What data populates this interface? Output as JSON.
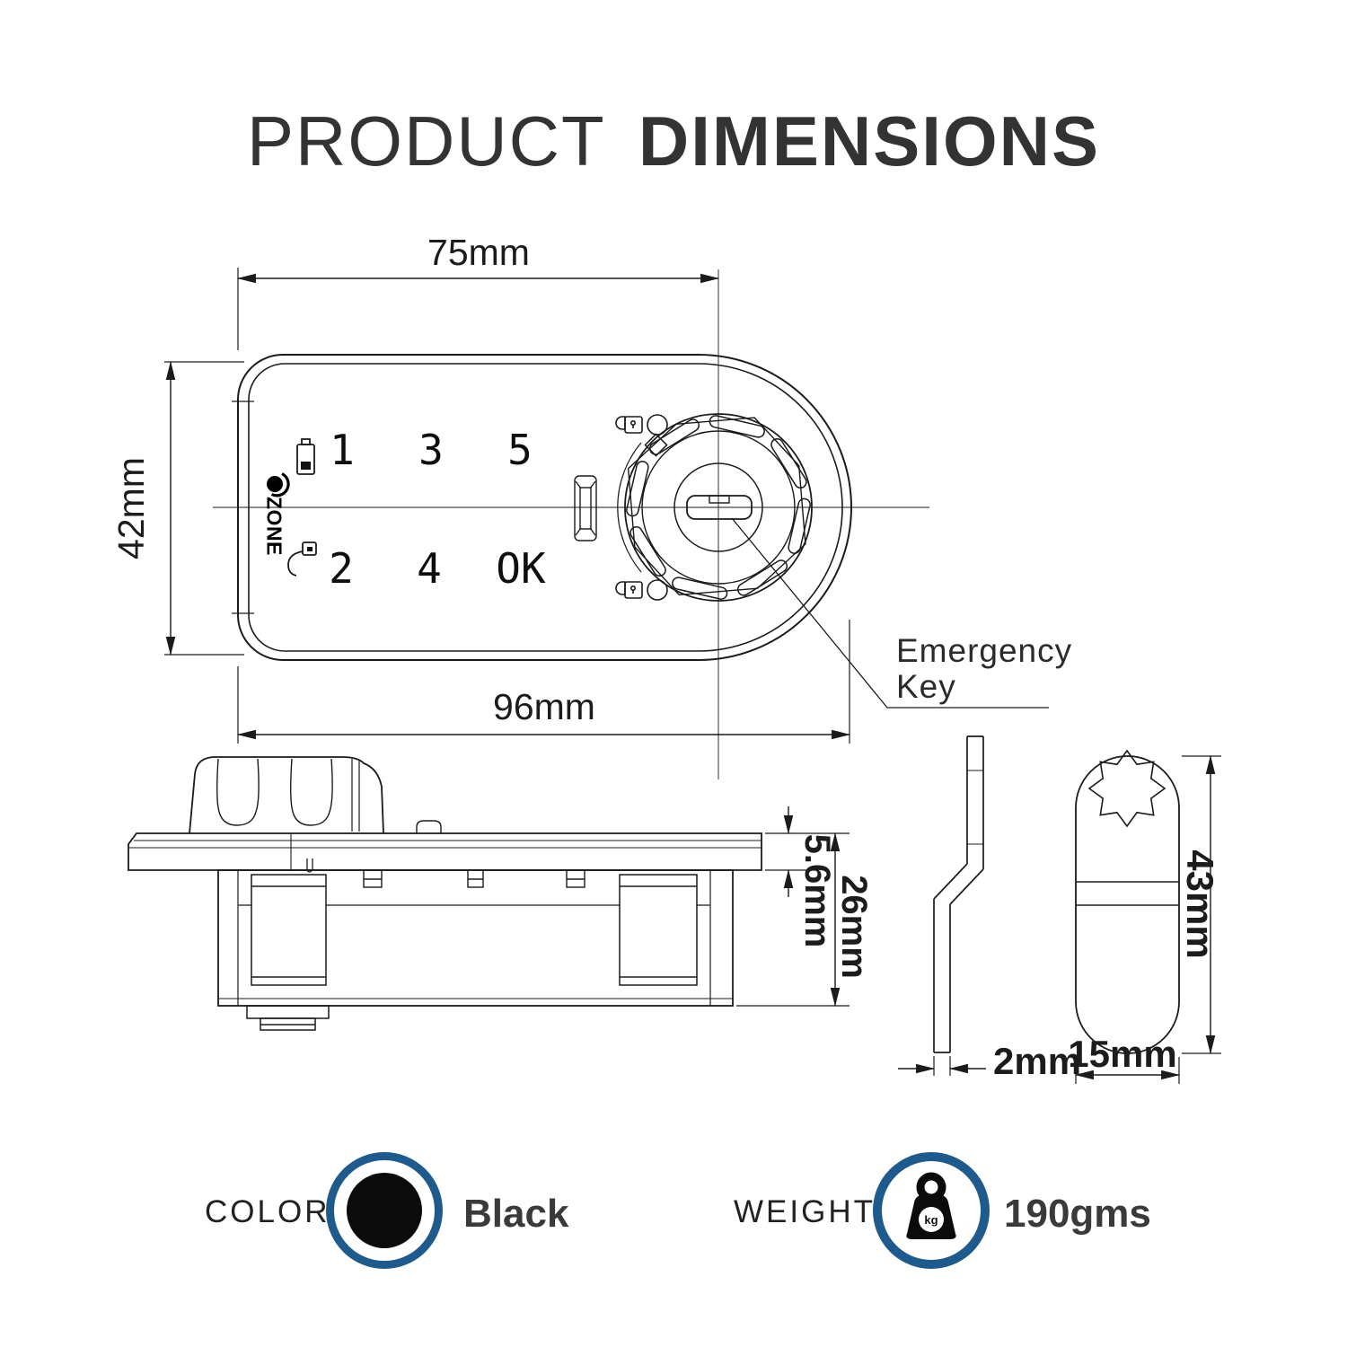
{
  "title": {
    "word_light": "PRODUCT",
    "word_bold": "DIMENSIONS"
  },
  "top_view": {
    "width_dim": "75mm",
    "height_dim": "42mm",
    "full_width_dim": "96mm",
    "callout": {
      "line1": "Emergency",
      "line2": "Key"
    },
    "keypad": {
      "row1": [
        "1",
        "3",
        "5"
      ],
      "row2": [
        "2",
        "4",
        "OK"
      ]
    },
    "brand": "ZONE"
  },
  "side_view": {
    "plate_dim": "5.6mm",
    "depth_dim": "26mm"
  },
  "cam": {
    "thickness_dim": "2mm",
    "width_dim": "15mm",
    "length_dim": "43mm"
  },
  "specs": {
    "color": {
      "label": "COLOR",
      "value": "Black"
    },
    "weight": {
      "label": "WEIGHT",
      "value": "190gms",
      "icon_text": "kg"
    }
  },
  "colors": {
    "accent_blue": "#1e5a8c",
    "ink": "#1b1b1b",
    "swatch_black": "#0b0b0b"
  }
}
